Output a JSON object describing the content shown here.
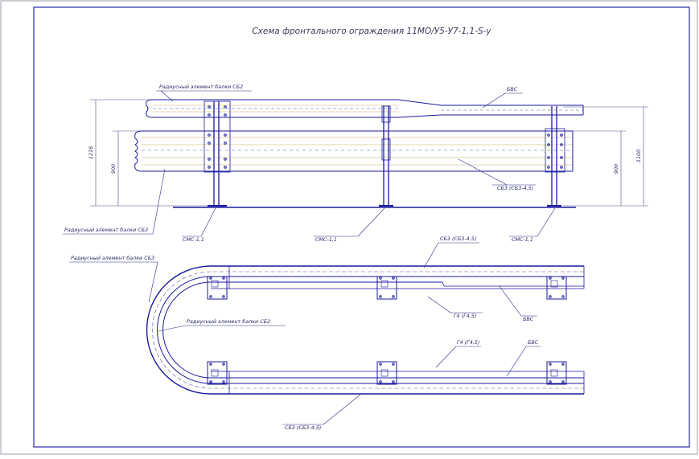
{
  "title": "Схема фронтального ограждения 11МО/У5-У7-1,1-S-у",
  "elevation": {
    "labels": {
      "radius_sb2": "Радиусный элемент балки СБ2",
      "radius_sb3": "Радиусный элемент балки СБ3",
      "bvs": "БВС",
      "sb3": "СБ3 (СБ3-4,5)",
      "smc_1": "СМС-1,1",
      "smc_2": "СМС-1,1",
      "smc_3": "СМС-1,1"
    },
    "dimensions": {
      "left_outer": "1216",
      "left_inner": "900",
      "right_inner": "900",
      "right_outer": "1100"
    }
  },
  "plan": {
    "labels": {
      "radius_sb3": "Радиусный элемент балки СБ3",
      "radius_sb2": "Радиусный элемент балки СБ2",
      "sb3_top": "СБ3 (СБ3-4,5)",
      "g4_top": "Г4 (Г4,5)",
      "bvs_top": "БВС",
      "g4_bottom": "Г4 (Г4,5)",
      "bvs_bottom": "БВС",
      "sb3_bottom": "СБ3 (СБ3-4,5)"
    }
  },
  "colors": {
    "line": "#1a1aa0",
    "thin": "#4a4a8a",
    "frame": "#2a2aa8",
    "dash": "#5a5a9a"
  }
}
